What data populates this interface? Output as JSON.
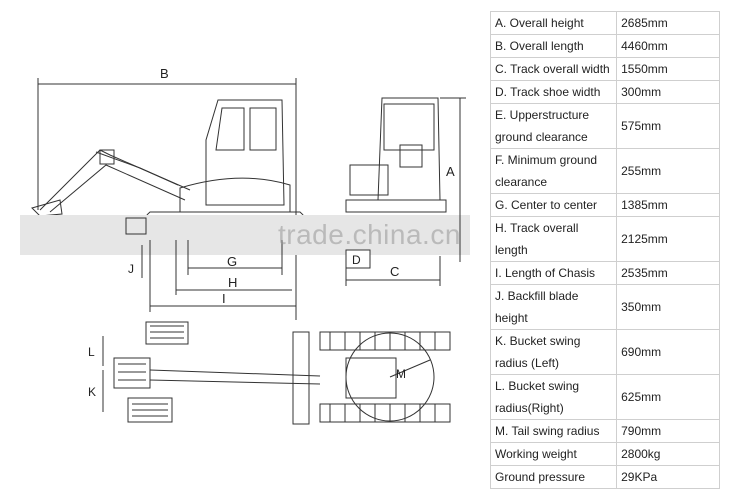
{
  "watermark": "trade.china.cn",
  "drawing_labels": {
    "B": "B",
    "A": "A",
    "G": "G",
    "H": "H",
    "I": "I",
    "J": "J",
    "D": "D",
    "C": "C",
    "L": "L",
    "K": "K",
    "M": "M"
  },
  "specs": [
    {
      "label": "A.  Overall height",
      "value": "2685mm"
    },
    {
      "label": "B.  Overall length",
      "value": "4460mm"
    },
    {
      "label": "C.  Track overall width",
      "value": "1550mm"
    },
    {
      "label": "D.  Track shoe width",
      "value": "300mm"
    },
    {
      "label": "E.  Upperstructure ground clearance",
      "value": "575mm"
    },
    {
      "label": "F.  Minimum ground clearance",
      "value": "255mm"
    },
    {
      "label": "G.  Center to center",
      "value": "1385mm"
    },
    {
      "label": "H.  Track overall length",
      "value": "2125mm"
    },
    {
      "label": "I.  Length of Chasis",
      "value": "2535mm"
    },
    {
      "label": "J.  Backfill blade height",
      "value": "350mm"
    },
    {
      "label": "K. Bucket swing radius (Left)",
      "value": "690mm"
    },
    {
      "label": "L.  Bucket swing radius(Right)",
      "value": "625mm"
    },
    {
      "label": "M.  Tail swing radius",
      "value": "790mm"
    },
    {
      "label": "Working weight",
      "value": "2800kg"
    },
    {
      "label": "Ground pressure",
      "value": "29KPa"
    }
  ]
}
